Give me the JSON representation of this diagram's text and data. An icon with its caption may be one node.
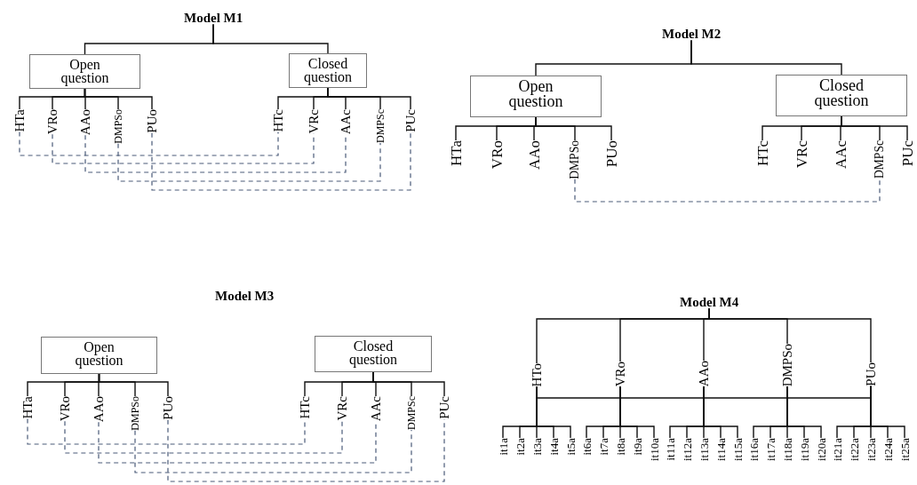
{
  "diagram": {
    "nodes": [
      {
        "text": [
          "Model M1"
        ]
      },
      {
        "text": [
          "Open question"
        ]
      },
      {
        "text": [
          "Closed question"
        ]
      },
      {
        "text": [
          "HTa"
        ]
      },
      {
        "text": [
          "VRo"
        ]
      },
      {
        "text": [
          "AAo"
        ]
      },
      {
        "text": [
          "DMPSo"
        ]
      },
      {
        "text": [
          "PUo"
        ]
      },
      {
        "text": [
          "HTc"
        ]
      },
      {
        "text": [
          "VRc"
        ]
      },
      {
        "text": [
          "AAc"
        ]
      },
      {
        "text": [
          "DMPSc"
        ]
      },
      {
        "text": [
          "PUc"
        ]
      },
      {
        "text": [
          "Model M2"
        ]
      },
      {
        "text": [
          "Open question"
        ]
      },
      {
        "text": [
          "Closed question"
        ]
      },
      {
        "text": [
          "HTa"
        ]
      },
      {
        "text": [
          "VRo"
        ]
      },
      {
        "text": [
          "AAo"
        ]
      },
      {
        "text": [
          "DMPSo"
        ]
      },
      {
        "text": [
          "PUo"
        ]
      },
      {
        "text": [
          "HTc"
        ]
      },
      {
        "text": [
          "VRc"
        ]
      },
      {
        "text": [
          "AAc"
        ]
      },
      {
        "text": [
          "DMPSc"
        ]
      },
      {
        "text": [
          "PUc"
        ]
      },
      {
        "text": [
          "Open question"
        ]
      },
      {
        "text": [
          "Closed question"
        ]
      },
      {
        "text": [
          "HTa"
        ]
      },
      {
        "text": [
          "VRo"
        ]
      },
      {
        "text": [
          "AAo"
        ]
      },
      {
        "text": [
          "DMPSo"
        ]
      },
      {
        "text": [
          "PUo"
        ]
      },
      {
        "text": [
          "HTc"
        ]
      },
      {
        "text": [
          "VRc"
        ]
      },
      {
        "text": [
          "AAc"
        ]
      },
      {
        "text": [
          "DMPSc"
        ]
      },
      {
        "text": [
          "PUc"
        ]
      },
      {
        "text": [
          "Model M4"
        ]
      },
      {
        "text": [
          "HTo"
        ]
      },
      {
        "text": [
          "VRo"
        ]
      },
      {
        "text": [
          "AAo"
        ]
      },
      {
        "text": [
          "DMPSo"
        ]
      },
      {
        "text": [
          "PUo"
        ]
      },
      {
        "text": [
          "it1a"
        ]
      },
      {
        "text": [
          "it2a"
        ]
      },
      {
        "text": [
          "it3a"
        ]
      },
      {
        "text": [
          "it4a"
        ]
      },
      {
        "text": [
          "it5a"
        ]
      },
      {
        "text": [
          "it6a"
        ]
      },
      {
        "text": [
          "it7a"
        ]
      },
      {
        "text": [
          "it8a"
        ]
      },
      {
        "text": [
          "it9a"
        ]
      },
      {
        "text": [
          "it10a"
        ]
      },
      {
        "text": [
          "it11a"
        ]
      },
      {
        "text": [
          "it12a"
        ]
      },
      {
        "text": [
          "it13a"
        ]
      },
      {
        "text": [
          "it14a"
        ]
      },
      {
        "text": [
          "it15a"
        ]
      },
      {
        "text": [
          "it16a"
        ]
      },
      {
        "text": [
          "it17a"
        ]
      },
      {
        "text": [
          "it18a"
        ]
      },
      {
        "text": [
          "it19a"
        ]
      },
      {
        "text": [
          "it20a"
        ]
      },
      {
        "text": [
          "it21a"
        ]
      },
      {
        "text": [
          "it22a"
        ]
      },
      {
        "text": [
          "it23a"
        ]
      },
      {
        "text": [
          "it24a"
        ]
      },
      {
        "text": [
          "it25a"
        ]
      }
    ],
    "edges": [
      {
        "from": 0,
        "to": 1,
        "arrow": "none"
      },
      {
        "from": 0,
        "to": 2,
        "arrow": "none"
      },
      {
        "from": 1,
        "to": 3,
        "arrow": "none"
      },
      {
        "from": 1,
        "to": 4,
        "arrow": "none"
      },
      {
        "from": 1,
        "to": 5,
        "arrow": "none"
      },
      {
        "from": 1,
        "to": 6,
        "arrow": "none"
      },
      {
        "from": 1,
        "to": 7,
        "arrow": "none"
      },
      {
        "from": 2,
        "to": 8,
        "arrow": "none"
      },
      {
        "from": 2,
        "to": 9,
        "arrow": "none"
      },
      {
        "from": 2,
        "to": 10,
        "arrow": "none"
      },
      {
        "from": 2,
        "to": 11,
        "arrow": "none"
      },
      {
        "from": 2,
        "to": 12,
        "arrow": "none"
      },
      {
        "from": 3,
        "to": 8,
        "arrow": "none",
        "style": "dashed",
        "color": "#4a5a78"
      },
      {
        "from": 4,
        "to": 9,
        "arrow": "none",
        "style": "dashed",
        "color": "#4a5a78"
      },
      {
        "from": 5,
        "to": 10,
        "arrow": "none",
        "style": "dashed",
        "color": "#4a5a78"
      },
      {
        "from": 6,
        "to": 11,
        "arrow": "none",
        "style": "dashed",
        "color": "#4a5a78"
      },
      {
        "from": 7,
        "to": 12,
        "arrow": "none",
        "style": "dashed",
        "color": "#4a5a78"
      },
      {
        "from": 13,
        "to": 14,
        "arrow": "none"
      },
      {
        "from": 13,
        "to": 15,
        "arrow": "none"
      },
      {
        "from": 14,
        "to": 16,
        "arrow": "none"
      },
      {
        "from": 14,
        "to": 17,
        "arrow": "none"
      },
      {
        "from": 14,
        "to": 18,
        "arrow": "none"
      },
      {
        "from": 14,
        "to": 19,
        "arrow": "none"
      },
      {
        "from": 14,
        "to": 20,
        "arrow": "none"
      },
      {
        "from": 15,
        "to": 21,
        "arrow": "none"
      },
      {
        "from": 15,
        "to": 22,
        "arrow": "none"
      },
      {
        "from": 15,
        "to": 23,
        "arrow": "none"
      },
      {
        "from": 15,
        "to": 24,
        "arrow": "none"
      },
      {
        "from": 15,
        "to": 25,
        "arrow": "none"
      },
      {
        "from": 19,
        "to": 24,
        "arrow": "none",
        "style": "dashed",
        "color": "#4a5a78"
      },
      {
        "from": 26,
        "to": 28,
        "arrow": "none"
      },
      {
        "from": 26,
        "to": 29,
        "arrow": "none"
      },
      {
        "from": 26,
        "to": 30,
        "arrow": "none"
      },
      {
        "from": 26,
        "to": 31,
        "arrow": "none"
      },
      {
        "from": 26,
        "to": 32,
        "arrow": "none"
      },
      {
        "from": 27,
        "to": 33,
        "arrow": "none"
      },
      {
        "from": 27,
        "to": 34,
        "arrow": "none"
      },
      {
        "from": 27,
        "to": 35,
        "arrow": "none"
      },
      {
        "from": 27,
        "to": 36,
        "arrow": "none"
      },
      {
        "from": 27,
        "to": 37,
        "arrow": "none"
      },
      {
        "from": 28,
        "to": 33,
        "arrow": "none",
        "style": "dashed",
        "color": "#4a5a78"
      },
      {
        "from": 29,
        "to": 34,
        "arrow": "none",
        "style": "dashed",
        "color": "#4a5a78"
      },
      {
        "from": 30,
        "to": 35,
        "arrow": "none",
        "style": "dashed",
        "color": "#4a5a78"
      },
      {
        "from": 31,
        "to": 36,
        "arrow": "none",
        "style": "dashed",
        "color": "#4a5a78"
      },
      {
        "from": 32,
        "to": 37,
        "arrow": "none",
        "style": "dashed",
        "color": "#4a5a78"
      },
      {
        "from": 38,
        "to": 39,
        "arrow": "none"
      },
      {
        "from": 38,
        "to": 40,
        "arrow": "none"
      },
      {
        "from": 38,
        "to": 41,
        "arrow": "none"
      },
      {
        "from": 38,
        "to": 42,
        "arrow": "none"
      },
      {
        "from": 38,
        "to": 43,
        "arrow": "none"
      },
      {
        "from": 39,
        "to": 40,
        "arrow": "none"
      },
      {
        "from": 40,
        "to": 41,
        "arrow": "none"
      },
      {
        "from": 41,
        "to": 42,
        "arrow": "none"
      },
      {
        "from": 42,
        "to": 43,
        "arrow": "none"
      },
      {
        "from": 39,
        "to": 44,
        "arrow": "none"
      },
      {
        "from": 39,
        "to": 45,
        "arrow": "none"
      },
      {
        "from": 39,
        "to": 46,
        "arrow": "none"
      },
      {
        "from": 39,
        "to": 47,
        "arrow": "none"
      },
      {
        "from": 39,
        "to": 48,
        "arrow": "none"
      },
      {
        "from": 40,
        "to": 49,
        "arrow": "none"
      },
      {
        "from": 40,
        "to": 50,
        "arrow": "none"
      },
      {
        "from": 40,
        "to": 51,
        "arrow": "none"
      },
      {
        "from": 40,
        "to": 52,
        "arrow": "none"
      },
      {
        "from": 40,
        "to": 53,
        "arrow": "none"
      },
      {
        "from": 41,
        "to": 54,
        "arrow": "none"
      },
      {
        "from": 41,
        "to": 55,
        "arrow": "none"
      },
      {
        "from": 41,
        "to": 56,
        "arrow": "none"
      },
      {
        "from": 41,
        "to": 57,
        "arrow": "none"
      },
      {
        "from": 41,
        "to": 58,
        "arrow": "none"
      },
      {
        "from": 42,
        "to": 59,
        "arrow": "none"
      },
      {
        "from": 42,
        "to": 60,
        "arrow": "none"
      },
      {
        "from": 42,
        "to": 61,
        "arrow": "none"
      },
      {
        "from": 42,
        "to": 62,
        "arrow": "none"
      },
      {
        "from": 42,
        "to": 63,
        "arrow": "none"
      },
      {
        "from": 43,
        "to": 64,
        "arrow": "none"
      },
      {
        "from": 43,
        "to": 65,
        "arrow": "none"
      },
      {
        "from": 43,
        "to": 66,
        "arrow": "none"
      },
      {
        "from": 43,
        "to": 67,
        "arrow": "none"
      },
      {
        "from": 43,
        "to": 68,
        "arrow": "none"
      }
    ],
    "labels": [
      "Model M3"
    ]
  }
}
